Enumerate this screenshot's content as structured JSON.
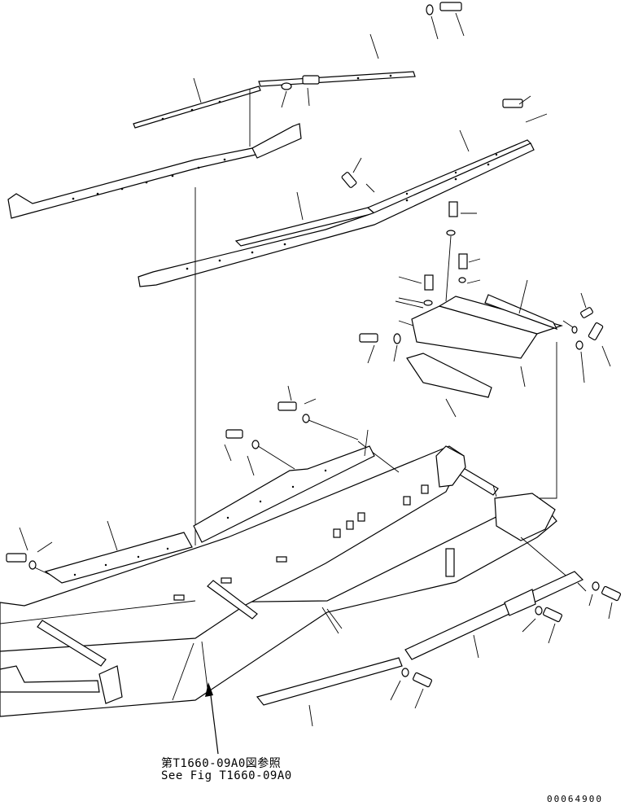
{
  "reference": {
    "japanese": "第T1660-09A0図参照",
    "english": "See Fig T1660-09A0"
  },
  "drawing_number": "00064900"
}
